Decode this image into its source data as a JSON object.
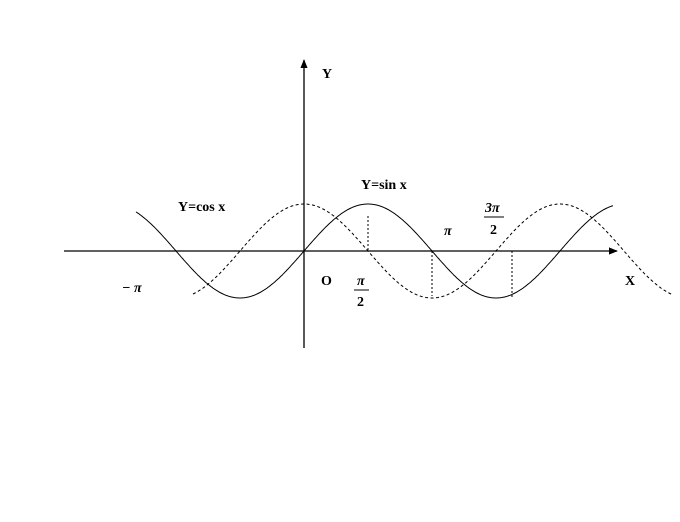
{
  "axes": {
    "x_label": "X",
    "y_label": "Y",
    "origin_label": "O"
  },
  "curves": {
    "sin_label": "Y=sin x",
    "cos_label": "Y=cos x"
  },
  "ticks": {
    "neg_pi": "− π",
    "half_pi_num": "π",
    "half_pi_den": "2",
    "pi": "π",
    "three_half_pi_num": "3π",
    "three_half_pi_den": "2"
  },
  "colors": {
    "ink": "#000000",
    "background": "#ffffff"
  }
}
